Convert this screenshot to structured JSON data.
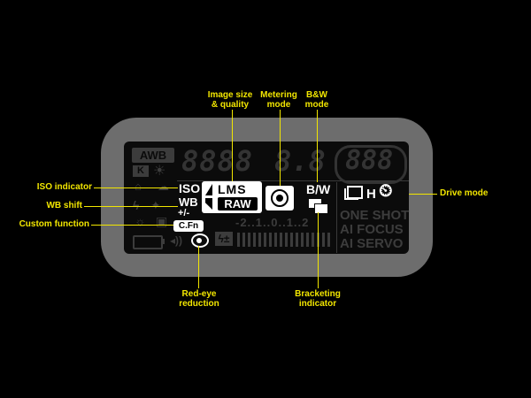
{
  "callouts": {
    "image_size": "Image size\n& quality",
    "metering": "Metering\nmode",
    "bw": "B&W\nmode",
    "iso": "ISO indicator",
    "wb": "WB shift",
    "custom": "Custom function",
    "drive": "Drive mode",
    "redeye": "Red-eye\nreduction",
    "bracketing": "Bracketing\nindicator"
  },
  "lcd": {
    "awb": "AWB",
    "k": "K",
    "iso": "ISO",
    "wb": "WB",
    "wb_pm": "+/-",
    "cfn": "C.Fn",
    "lms": "LMS",
    "raw": "RAW",
    "bw": "B/W",
    "seg_main": "8888",
    "seg_mid": "8.8",
    "seg_right": "888",
    "scale": "-2..1..0..1..2",
    "drive_h": "H",
    "one_shot": "ONE SHOT",
    "ai_focus": "AI FOCUS",
    "ai_servo": "AI SERVO"
  },
  "colors": {
    "callout": "#f2e600",
    "bezel": "#6d6d6d",
    "lcd": "#0b0b0b",
    "dim_segment": "#3c3c3c",
    "lit": "#ffffff"
  }
}
